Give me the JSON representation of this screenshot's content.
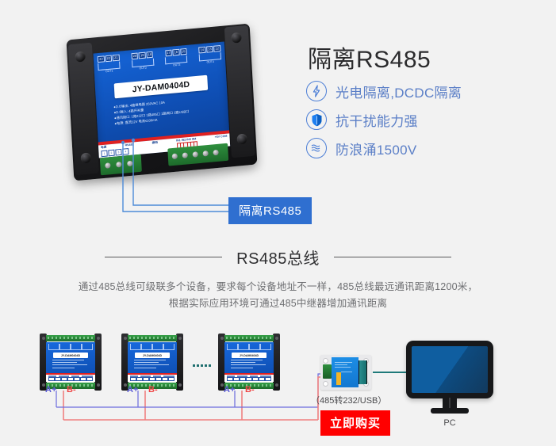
{
  "page": {
    "background_color": "#f2f2f2"
  },
  "hero": {
    "title": "隔离RS485",
    "title_color": "#2b2b2d",
    "features": [
      {
        "icon": "lightning-bolt-icon",
        "label": "光电隔离,DCDC隔离"
      },
      {
        "icon": "shield-icon",
        "label": "抗干扰能力强"
      },
      {
        "icon": "wave-lines-icon",
        "label": "防浪涌1500V"
      }
    ],
    "feature_text_color": "#5b7fc7",
    "accent_color": "#4d7fd6"
  },
  "product_photo": {
    "model_label": "JY-DAM0404D",
    "top_port_groups": [
      {
        "numbers": [
          "23",
          "22",
          "21"
        ],
        "label": "OUT1"
      },
      {
        "numbers": [
          "20",
          "19",
          "18"
        ],
        "label": "OUT2"
      },
      {
        "numbers": [
          "17",
          "16",
          "15"
        ],
        "label": "OUT3"
      },
      {
        "numbers": [
          "14",
          "13",
          "12"
        ],
        "label": "OUT4"
      }
    ],
    "spec_lines": [
      "●D.O输出: 4路继电器 250VAC 10A",
      "●D.I输入: 4路开关量",
      "●通讯接口: 1路232口  1路485口  1路网口  1路USB口",
      "●电源: 直流12V  电流≤100mA"
    ],
    "bottom_labels": [
      "电源",
      "RS485",
      "拨码",
      "IN1  IN2  IN3  IN4",
      "IN5  IN6  IN7  IN8",
      "+5V  COM"
    ],
    "bottom_sub_labels": [
      "+",
      "-",
      "A+",
      "B-",
      "1-32"
    ],
    "bottom_box_numbers": [
      "1",
      "2",
      "3",
      "4",
      "5",
      "6",
      "7",
      "8",
      "9",
      "10",
      "11"
    ]
  },
  "callout": {
    "badge_label": "隔离RS485",
    "badge_color": "#2f6fd0",
    "line_color": "#4d8bd8"
  },
  "divider": {
    "title": "RS485总线",
    "line_color": "#58595b"
  },
  "description": {
    "line1": "通过485总线可级联多个设备，要求每个设备地址不一样，485总线最远通讯距离1200米，",
    "line2": "根据实际应用环境可通过485中继器增加通讯距离",
    "text_color": "#6e6f72"
  },
  "diagram": {
    "modules": [
      {
        "model": "JY-DAM0404D",
        "a_label": "A+",
        "b_label": "B-"
      },
      {
        "model": "JY-DAM0404D",
        "a_label": "A+",
        "b_label": "B-"
      },
      {
        "model": "JY-DAM0404D",
        "a_label": "A+",
        "b_label": "B-"
      }
    ],
    "ellipsis_dots": 5,
    "dot_color": "#1f6f6f",
    "converter_caption": "（485转232/USB）",
    "buy_button": "立即购买",
    "buy_button_color": "#ff0000",
    "pc_label": "PC",
    "wire_a_color": "#6b6bdd",
    "wire_b_color": "#f08080",
    "cable_color": "#1f7a7a"
  }
}
